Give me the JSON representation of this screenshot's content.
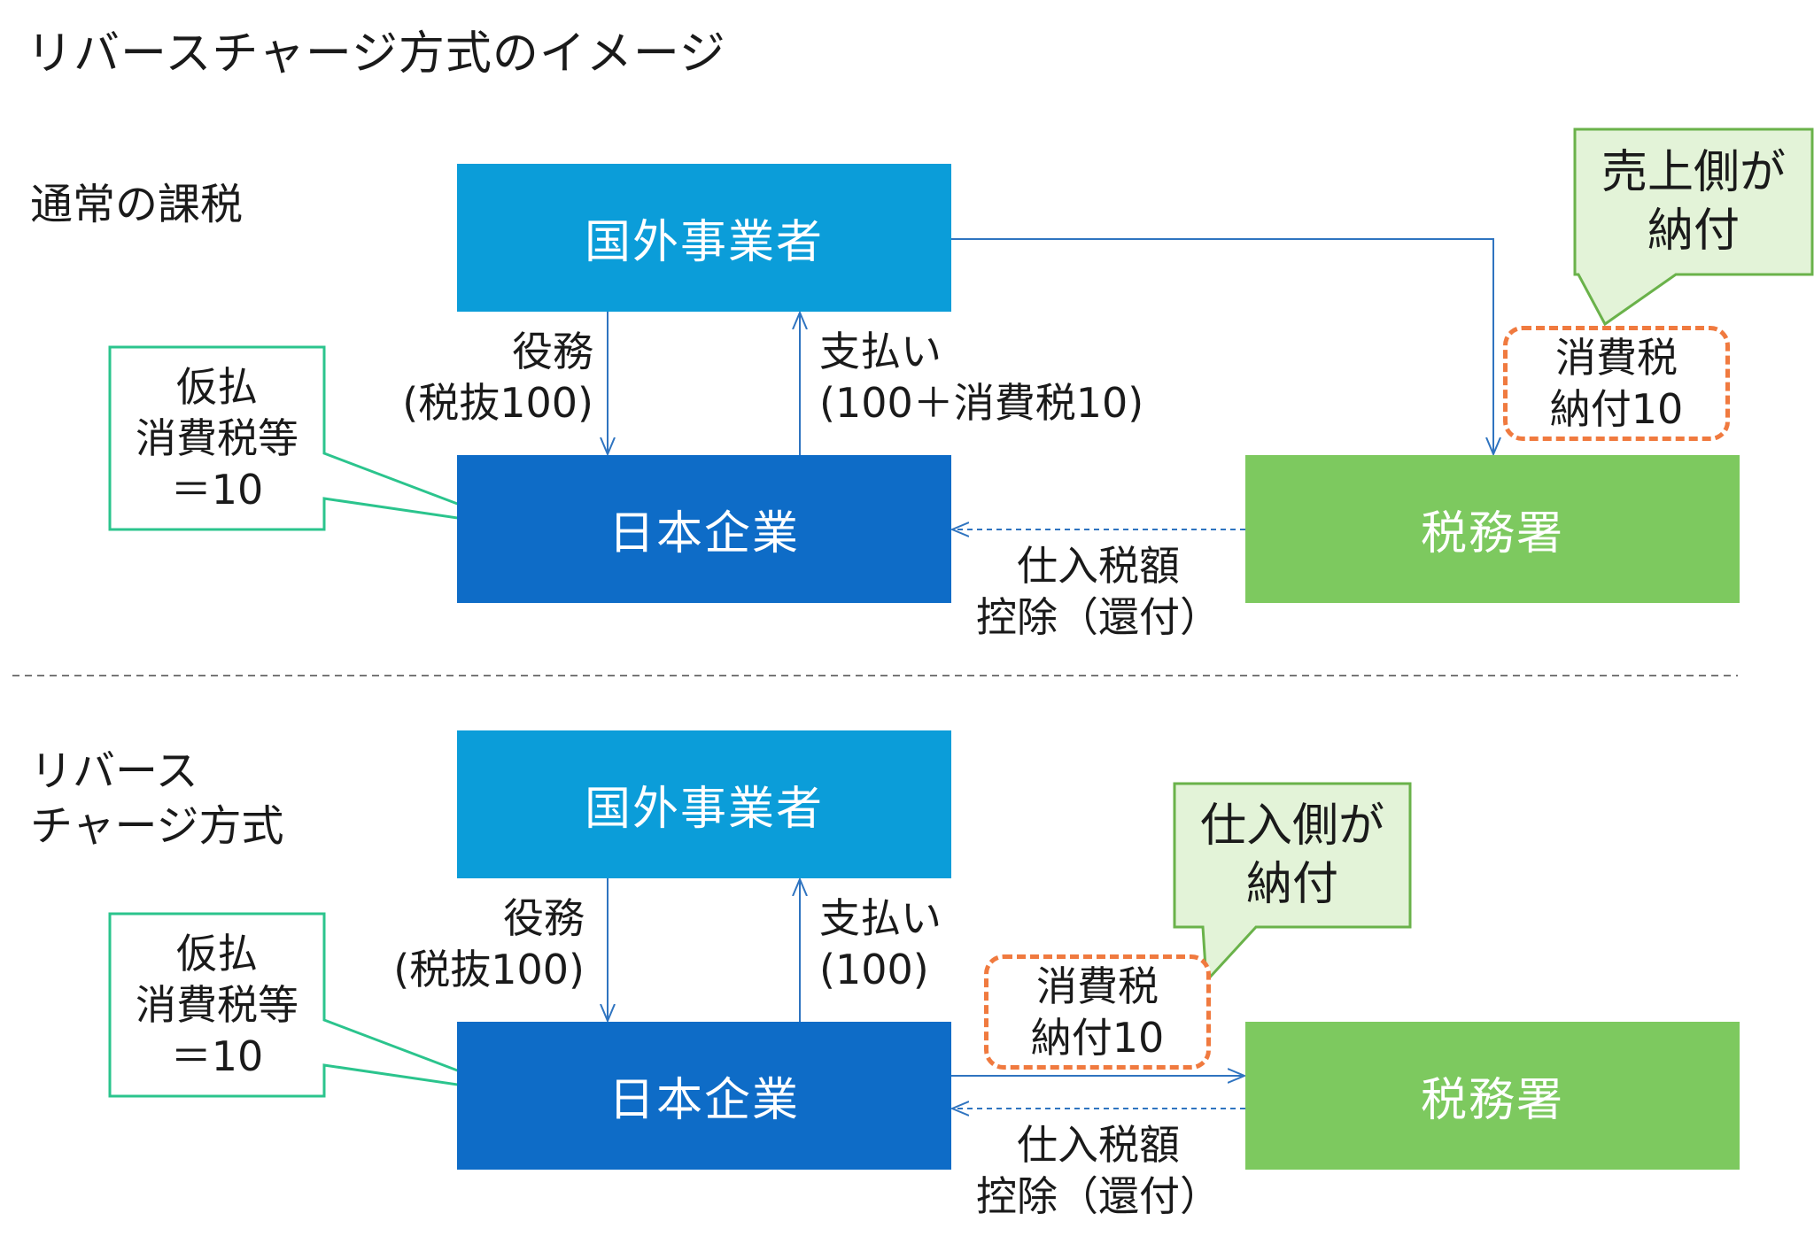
{
  "title": "リバースチャージ方式のイメージ",
  "sections": {
    "normal": {
      "label": "通常の課税"
    },
    "reverse": {
      "label_line1": "リバース",
      "label_line2": "チャージ方式"
    }
  },
  "boxes": {
    "foreign": "国外事業者",
    "japan": "日本企業",
    "tax_office": "税務署"
  },
  "labels": {
    "service_line1": "役務",
    "service_line2": "(税抜100)",
    "payment_line1": "支払い",
    "payment_normal_line2": "(100＋消費税10)",
    "payment_reverse_line2": "(100)",
    "credit_line1": "仕入税額",
    "credit_line2": "控除（還付）"
  },
  "prepaid_callout": {
    "line1": "仮払",
    "line2": "消費税等",
    "line3": "＝10"
  },
  "tax_payment": {
    "line1": "消費税",
    "line2": "納付10"
  },
  "seller_pays": {
    "line1": "売上側が",
    "line2": "納付"
  },
  "buyer_pays": {
    "line1": "仕入側が",
    "line2": "納付"
  },
  "colors": {
    "foreign_box": "#0b9dd9",
    "japan_box": "#0e6cc7",
    "tax_box": "#7dc95f",
    "arrow": "#2f74c0",
    "callout_border": "#2bc48d",
    "green_callout_fill": "#e3f3d8",
    "green_callout_border": "#6ab24a",
    "dashed_orange": "#f07a3f",
    "divider": "#777777"
  }
}
